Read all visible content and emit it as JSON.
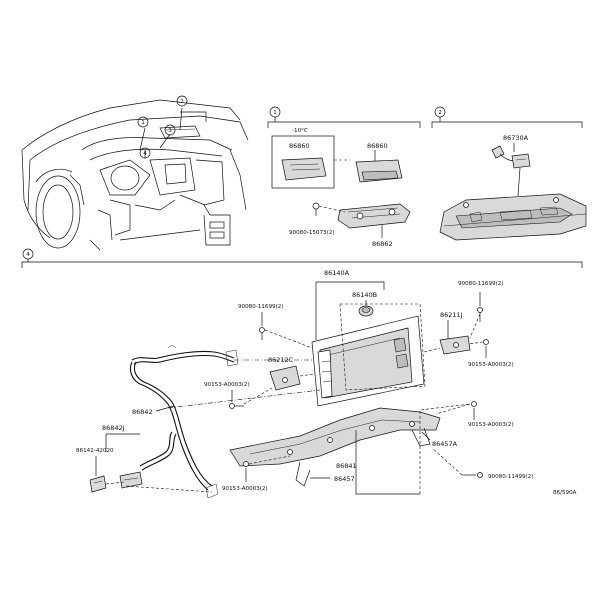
{
  "callouts": {
    "c1": "1",
    "c2": "2",
    "c3": "3",
    "c4": "4"
  },
  "section1": {
    "box_note": "-10°C",
    "parts": [
      "86860",
      "86860",
      "86862",
      "90080-15073(2)"
    ]
  },
  "section2": {
    "parts": [
      "86730A"
    ]
  },
  "section3": {
    "parts": [
      "86140A",
      "86140B",
      "86211J",
      "86212C",
      "86842",
      "86842J",
      "86841",
      "86457",
      "86457A",
      "86142-42020",
      "90080-11699(2)",
      "90080-11699(2)",
      "90153-A0003(2)",
      "90153-A0003(2)",
      "90153-A0003(2)",
      "90153-A0003(2)",
      "90080-11499(2)"
    ]
  },
  "figure_code": "86/590A"
}
